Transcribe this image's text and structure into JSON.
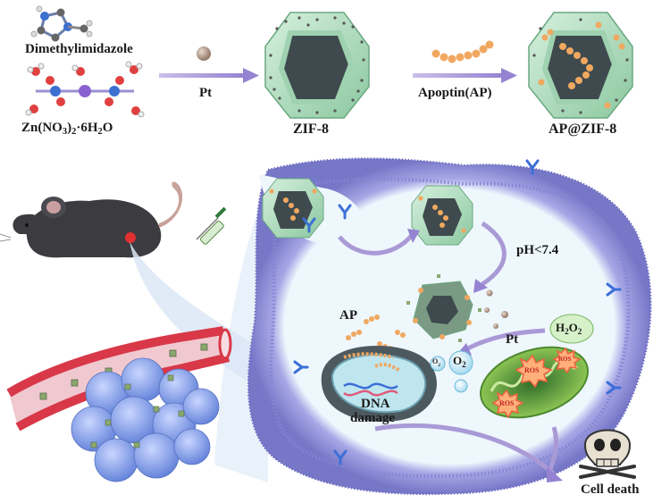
{
  "synthesis": {
    "reagent1": "Dimethylimidazole",
    "reagent2_main": "Zn(NO",
    "reagent2_sub1": "3",
    "reagent2_mid": ")",
    "reagent2_sub2": "2",
    "reagent2_tail": "·6H",
    "reagent2_sub3": "2",
    "reagent2_end": "O",
    "arrow1_label": "Pt",
    "product1": "ZIF-8",
    "arrow2_label": "Apoptin(AP)",
    "product2": "AP@ZIF-8"
  },
  "cell": {
    "ph_label": "pH<7.4",
    "ap_label": "AP",
    "pt_label": "Pt",
    "h2o2_main": "H",
    "h2o2_sub1": "2",
    "h2o2_mid": "O",
    "h2o2_sub2": "2",
    "o2_main": "O",
    "o2_sub": "2",
    "o2_small": "O",
    "o2_small_sub": "2",
    "ros": "ROS",
    "dna_label_1": "DNA",
    "dna_label_2": "damage",
    "cell_death": "Cell death"
  },
  "colors": {
    "zif": "#a9d8b8",
    "membrane": "#8f8fd8",
    "cytoplasm": "#eaf6fb",
    "arrow": "#a99ad6",
    "vessel": "#e0525e",
    "tumor": "#7f9ee8",
    "ros": "#ff7a5c",
    "mito": "#7fc64a"
  }
}
